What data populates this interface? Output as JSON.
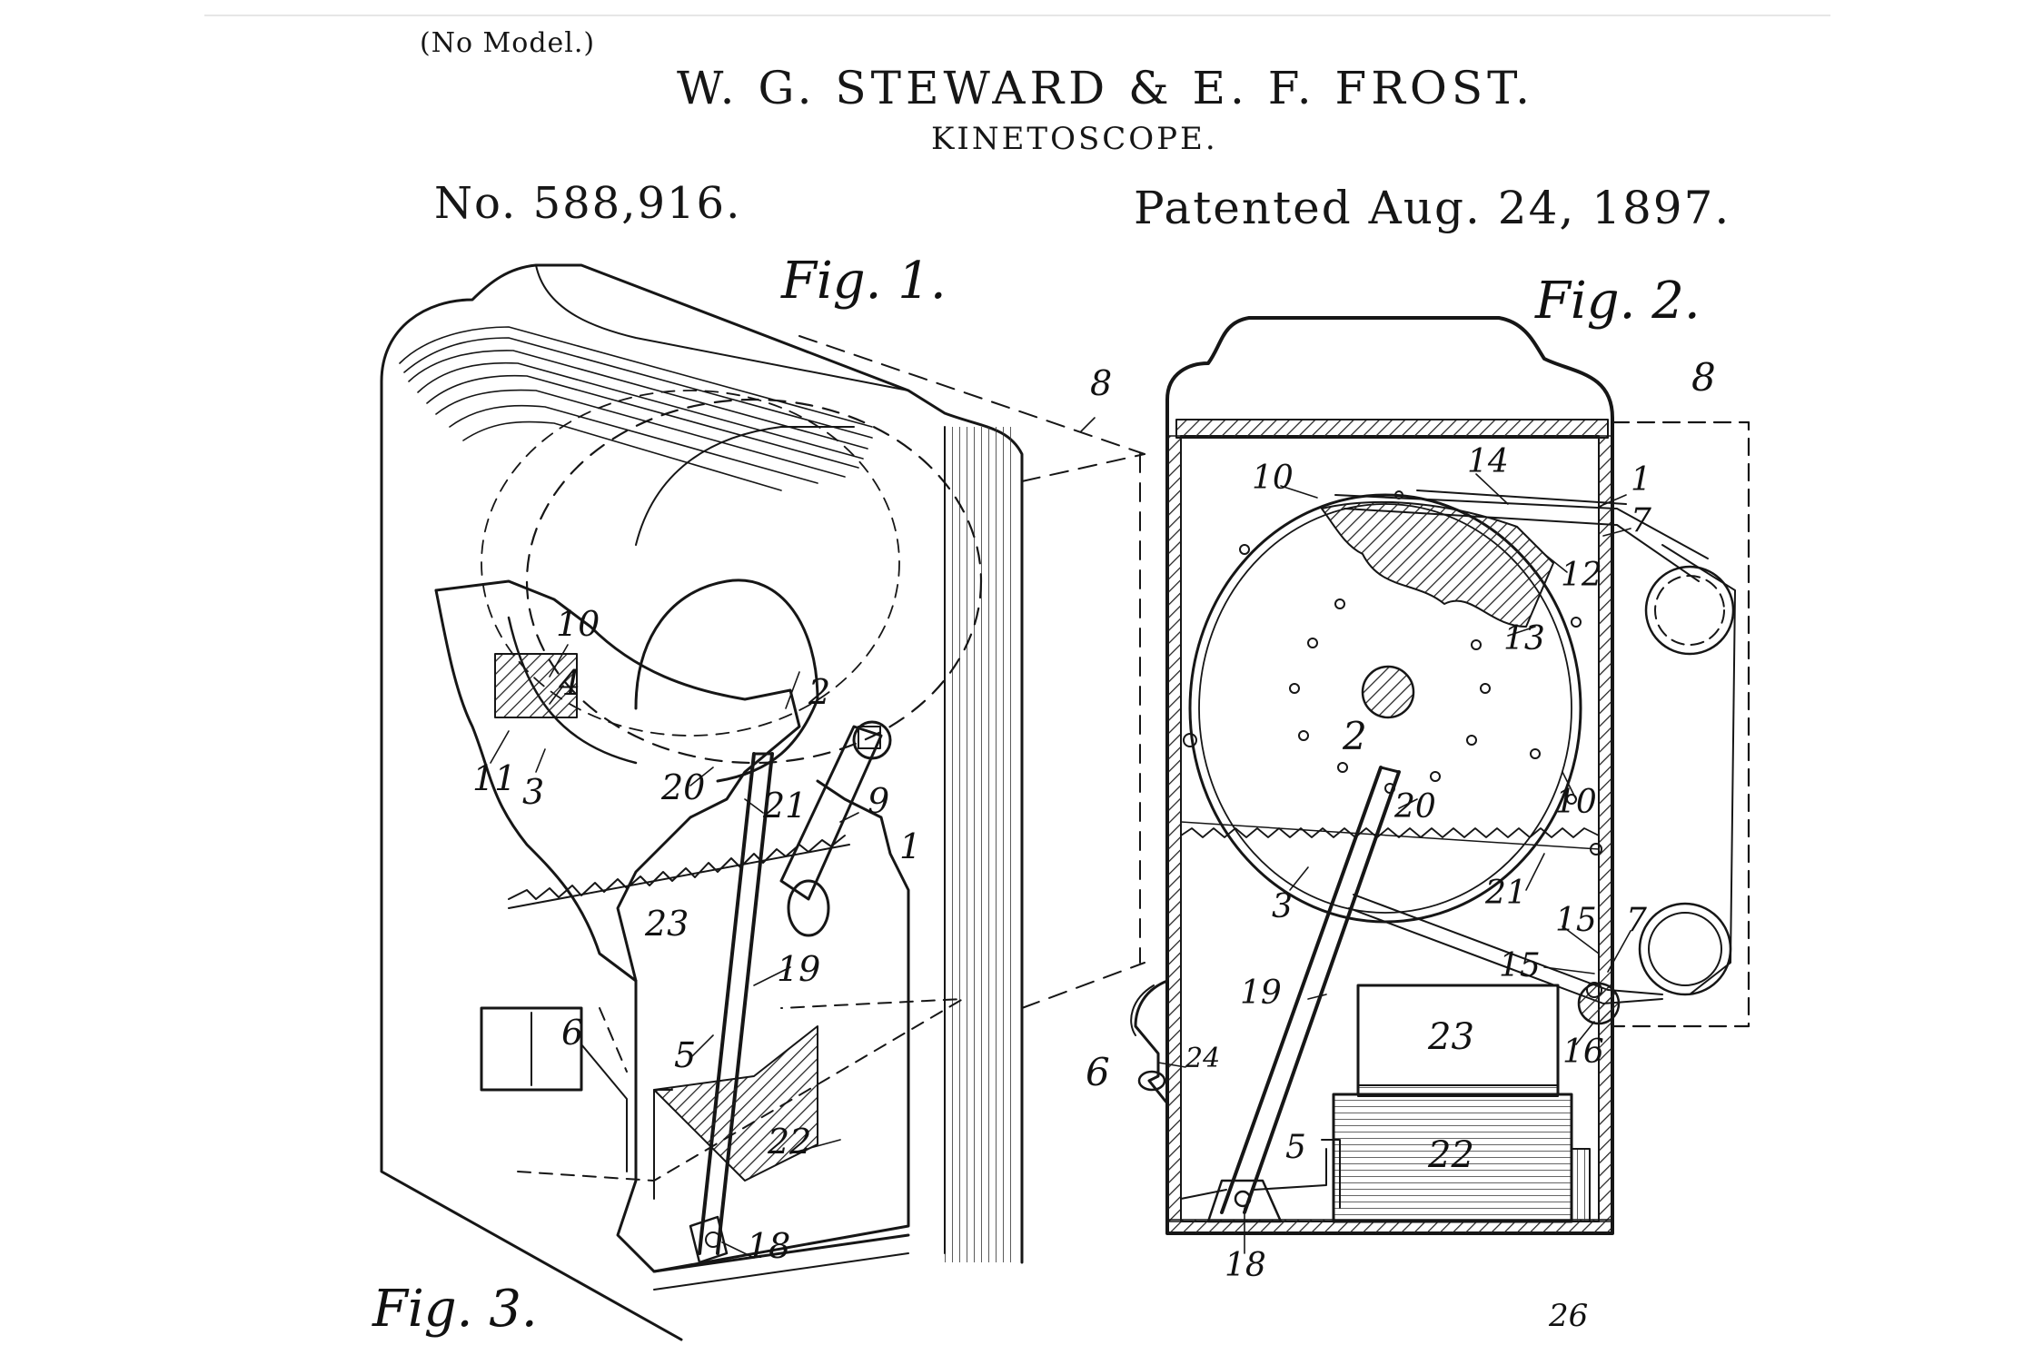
{
  "header": {
    "model_note": "(No Model.)",
    "inventors": "W. G. STEWARD & E. F. FROST.",
    "title": "KINETOSCOPE.",
    "patent_number": "No. 588,916.",
    "patent_date": "Patented Aug. 24, 1897."
  },
  "figures": {
    "fig1": "Fig. 1.",
    "fig2": "Fig. 2.",
    "fig3": "Fig. 3."
  },
  "fig1_labels": {
    "l8": "8",
    "l10": "10",
    "l4": "4",
    "l11": "11",
    "l3": "3",
    "l20": "20",
    "l2": "2",
    "l21": "21",
    "l9": "9",
    "l1": "1",
    "l23": "23",
    "l19": "19",
    "l6": "6",
    "l5": "5",
    "l22": "22",
    "l18": "18"
  },
  "fig2_labels": {
    "l8": "8",
    "l10a": "10",
    "l14": "14",
    "l1": "1",
    "l7a": "7",
    "l12": "12",
    "l13": "13",
    "l2": "2",
    "l20": "20",
    "l10b": "10",
    "l21": "21",
    "l3": "3",
    "l15a": "15",
    "l7b": "7",
    "l15b": "15",
    "l19": "19",
    "l23": "23",
    "l6": "6",
    "l24": "24",
    "l16": "16",
    "l5": "5",
    "l22": "22",
    "l18": "18"
  },
  "footer_labels": {
    "l26": "26"
  }
}
